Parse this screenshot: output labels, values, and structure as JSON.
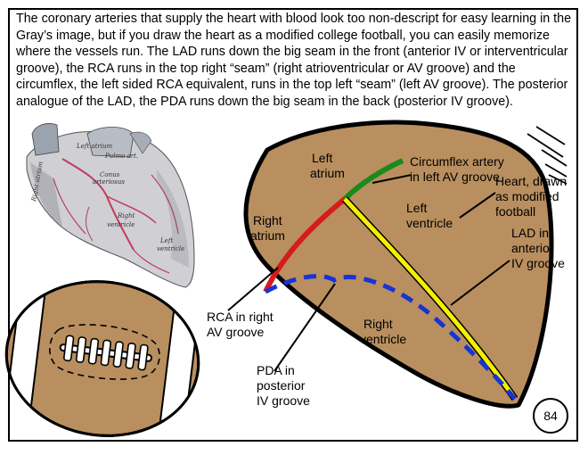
{
  "intro_text": "The coronary arteries that supply the heart with blood look too non-descript for easy learning in the Gray’s image, but if you draw the heart as a modified college football, you can easily memorize where the vessels run. The LAD runs down the big seam in the front (anterior IV or interventricular groove), the RCA runs in the top right “seam” (right atrioventricular or AV groove) and the circumflex, the left sided RCA equivalent, runs in the top left “seam” (left AV groove). The posterior analogue of the LAD, the PDA runs down the big seam in the back (posterior IV groove).",
  "grays_labels": {
    "left_atrium": "Left atrium",
    "pulmonary_art": "Pulmo art.",
    "conus_arteriosus_1": "Conus",
    "conus_arteriosus_2": "arteriosus",
    "right_ventricle_1": "Right",
    "right_ventricle_2": "ventricle",
    "left_ventricle_1": "Left",
    "left_ventricle_2": "ventricle",
    "right_atrium": "Right atrium"
  },
  "labels": {
    "left_atrium_1": "Left",
    "left_atrium_2": "atrium",
    "right_atrium_1": "Right",
    "right_atrium_2": "atrium",
    "left_ventricle_1": "Left",
    "left_ventricle_2": "ventricle",
    "right_ventricle_1": "Right",
    "right_ventricle_2": "ventricle",
    "circumflex_1": "Circumflex artery",
    "circumflex_2": "in left AV groove",
    "heart_1": "Heart, drawn",
    "heart_2": "as modified",
    "heart_3": "football",
    "lad_1": "LAD in",
    "lad_2": "anterior",
    "lad_3": "IV groove",
    "rca_1": "RCA in right",
    "rca_2": "AV groove",
    "pda_1": "PDA in",
    "pda_2": "posterior",
    "pda_3": "IV groove"
  },
  "page_number": "84",
  "colors": {
    "football": "#b98f5f",
    "outline": "#000000",
    "rca": "#d41c1c",
    "circumflex": "#1a8a1a",
    "lad": "#f4f000",
    "pda": "#1733d6"
  }
}
